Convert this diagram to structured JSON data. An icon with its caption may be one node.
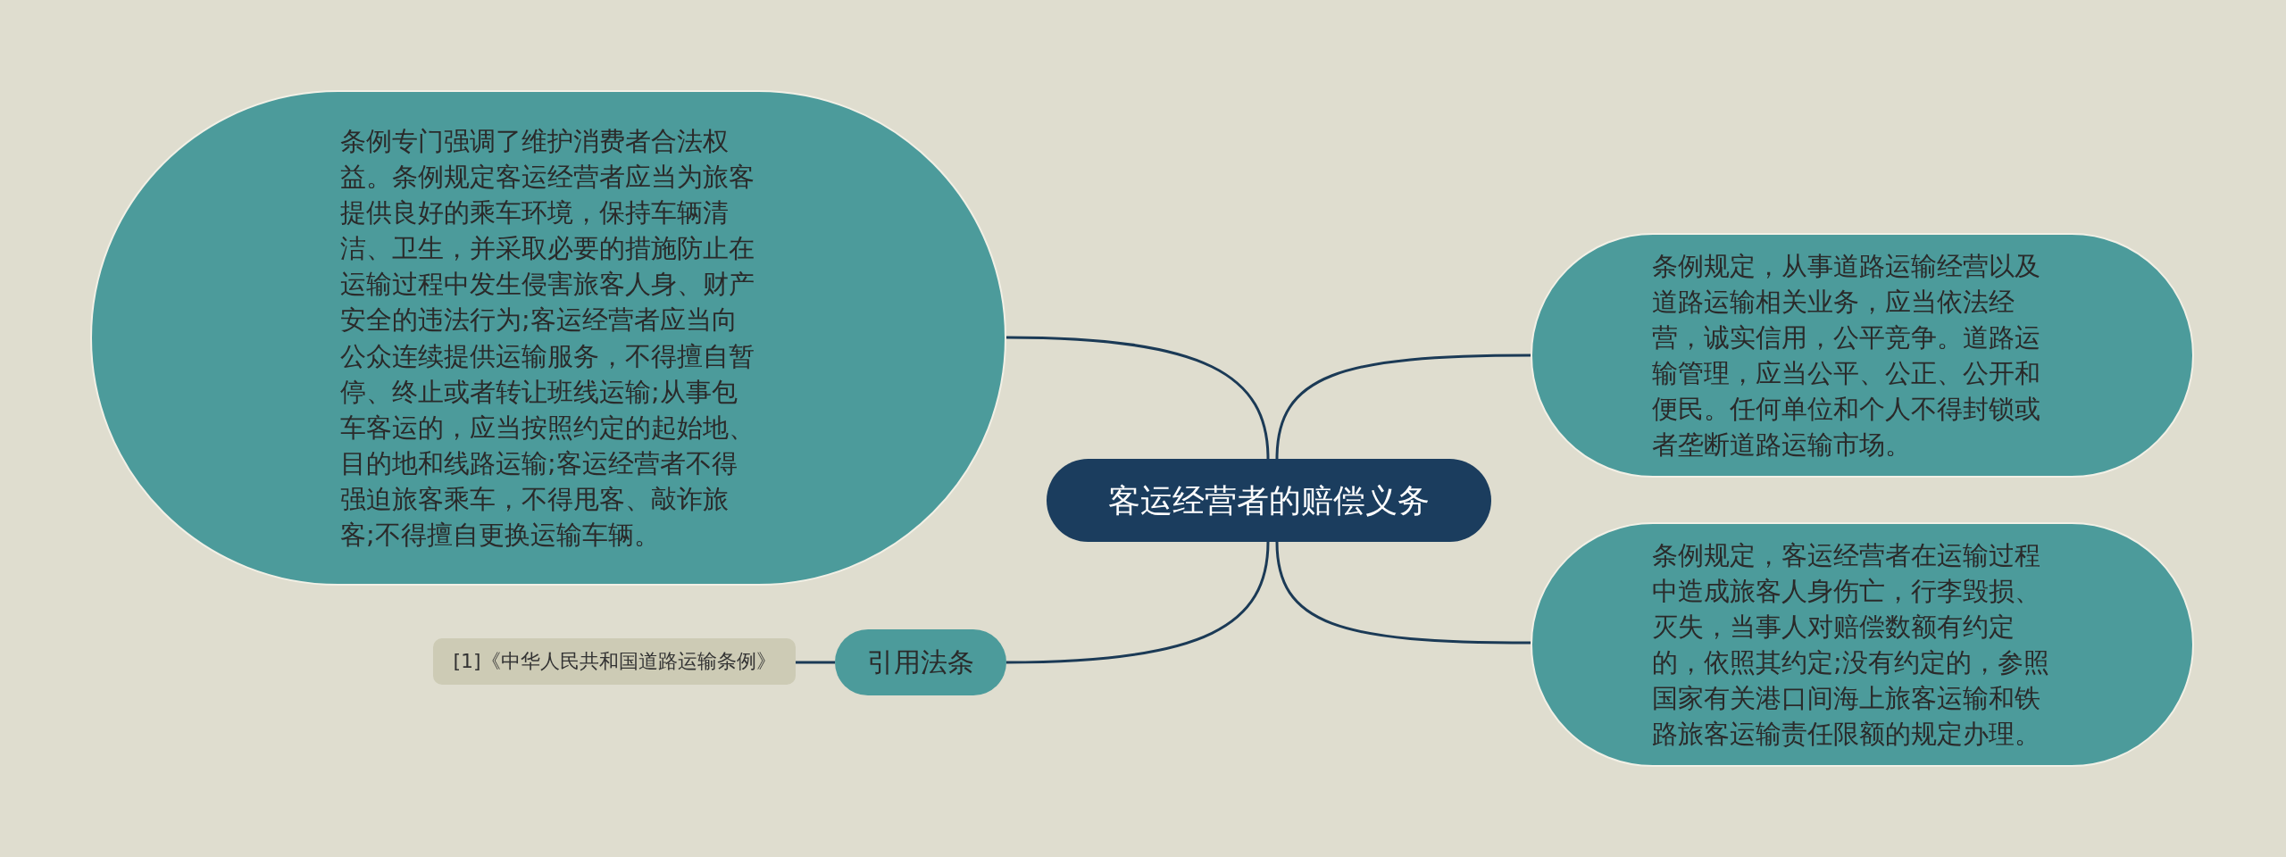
{
  "diagram": {
    "nodes": [
      {
        "text": [
          "客运经营者的赔偿义务"
        ]
      },
      {
        "text": [
          "条例专门强调了维护消费者合法权益。条例规定客运经营者应当为旅客提供良好的乘车环境，保持车辆清洁、卫生，并采取必要的措施防止在运输过程中发生侵害旅客人身、财产安全的违法行为;客运经营者应当向公众连续提供运输服务，不得擅自暂停、终止或者转让班线运输;从事包车客运的，应当按照约定的起始地、目的地和线路运输;客运经营者不得强迫旅客乘车，不得甩客、敲诈旅客;不得擅自更换运输车辆。"
        ]
      },
      {
        "text": [
          "条例规定，从事道路运输经营以及道路运输相关业务，应当依法经营，诚实信用，公平竞争。道路运输管理，应当公平、公正、公开和便民。任何单位和个人不得封锁或者垄断道路运输市场。"
        ]
      },
      {
        "text": [
          "条例规定，客运经营者在运输过程中造成旅客人身伤亡，行李毁损、灭失，当事人对赔偿数额有约定的，依照其约定;没有约定的，参照国家有关港口间海上旅客运输和铁路旅客运输责任限额的规定办理。"
        ]
      },
      {
        "text": [
          "引用法条"
        ]
      },
      {
        "text": [
          "[1]《中华人民共和国道路运输条例》"
        ]
      }
    ],
    "edges": [
      {
        "from": 0,
        "to": 1,
        "arrow": "none"
      },
      {
        "from": 0,
        "to": 2,
        "arrow": "none"
      },
      {
        "from": 0,
        "to": 3,
        "arrow": "none"
      },
      {
        "from": 0,
        "to": 4,
        "arrow": "none"
      },
      {
        "from": 4,
        "to": 5,
        "arrow": "none"
      }
    ]
  }
}
